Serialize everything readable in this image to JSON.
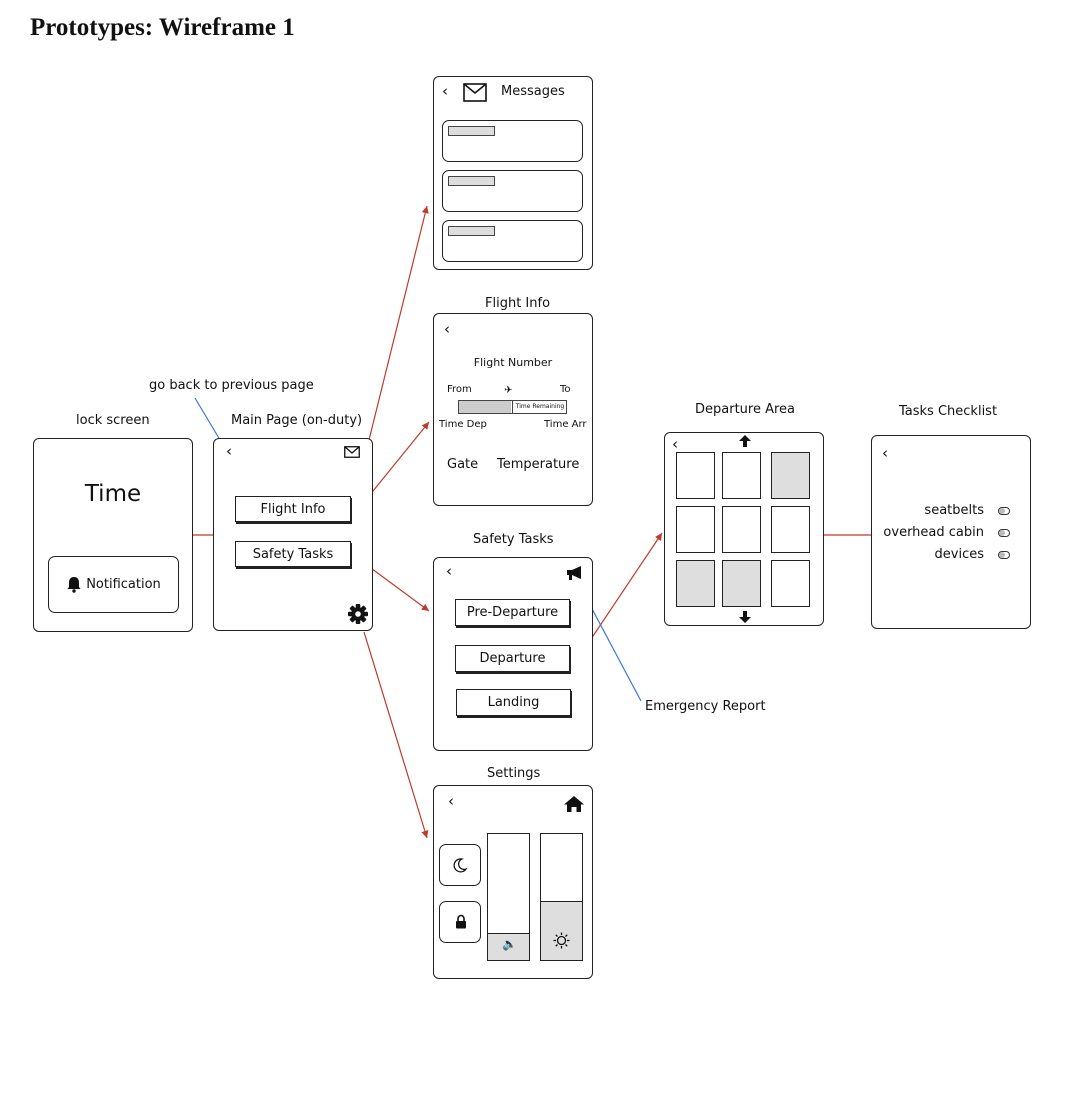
{
  "page_title": "Prototypes: Wireframe 1",
  "annotations": {
    "go_back": "go back to previous page",
    "emergency": "Emergency Report"
  },
  "lock_screen": {
    "label": "lock screen",
    "time": "Time",
    "notification": "Notification"
  },
  "main_page": {
    "label": "Main Page (on-duty)",
    "flight_info_btn": "Flight Info",
    "safety_tasks_btn": "Safety Tasks"
  },
  "messages": {
    "title": "Messages"
  },
  "flight_info": {
    "label": "Flight Info",
    "flight_number": "Flight Number",
    "from": "From",
    "to": "To",
    "time_remaining": "Time Remaining",
    "time_dep": "Time Dep",
    "time_arr": "Time Arr",
    "gate": "Gate",
    "temperature": "Temperature"
  },
  "safety_tasks": {
    "label": "Safety Tasks",
    "pre_departure": "Pre-Departure",
    "departure": "Departure",
    "landing": "Landing"
  },
  "settings": {
    "label": "Settings"
  },
  "departure_area": {
    "label": "Departure Area",
    "highlighted_cells": [
      2,
      6,
      7
    ]
  },
  "tasks_checklist": {
    "label": "Tasks Checklist",
    "items": [
      "seatbelts",
      "overhead cabin",
      "devices"
    ]
  },
  "colors": {
    "flow_arrow": "#c0392b",
    "annotation_arrow": "#3a78d8",
    "fill_gray": "#dedede"
  }
}
